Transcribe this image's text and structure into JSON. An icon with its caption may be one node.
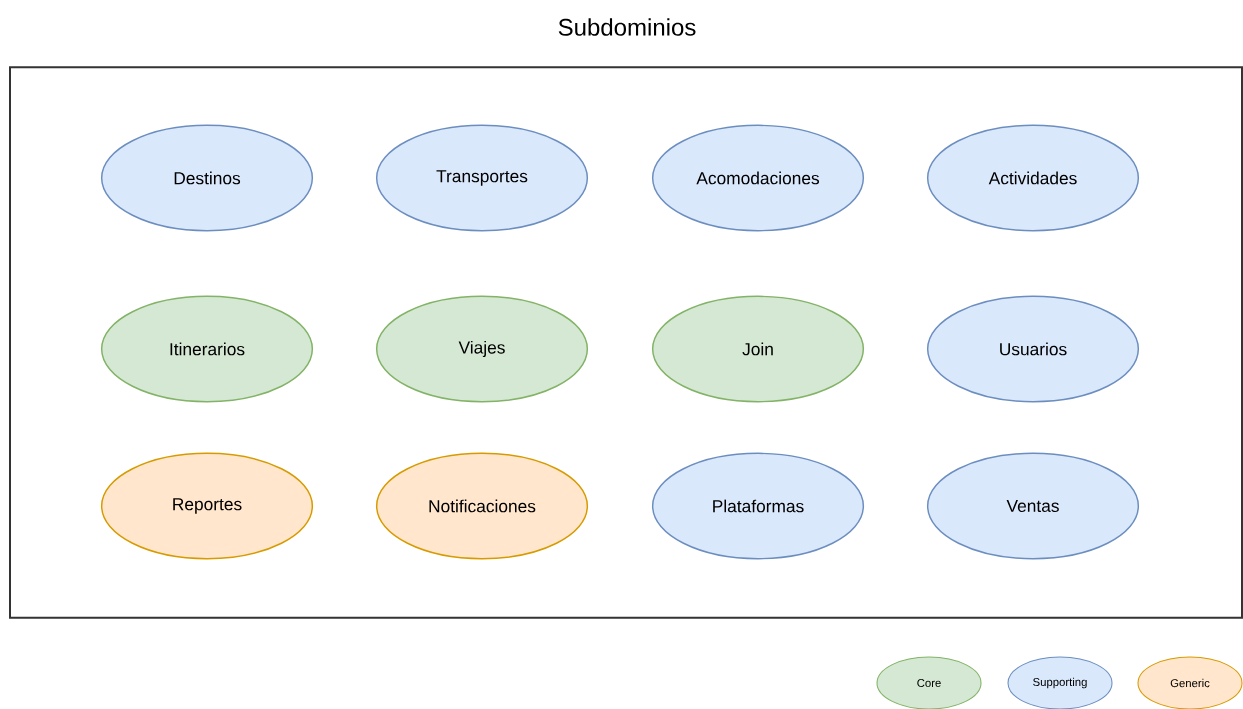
{
  "diagram": {
    "title": "Subdominios",
    "nodes": [
      {
        "text": [],
        "shape": "box"
      },
      {
        "text": [
          "Destinos"
        ],
        "in": 0
      },
      {
        "text": [
          "Transportes"
        ],
        "in": 0
      },
      {
        "text": [
          "Acomodaciones"
        ],
        "in": 0
      },
      {
        "text": [
          "Actividades"
        ],
        "in": 0
      },
      {
        "text": [
          "Itinerarios"
        ],
        "in": 0
      },
      {
        "text": [
          "Viajes"
        ],
        "in": 0
      },
      {
        "text": [
          "Join"
        ],
        "in": 0
      },
      {
        "text": [
          "Usuarios"
        ],
        "in": 0
      },
      {
        "text": [
          "Reportes"
        ],
        "in": 0
      },
      {
        "text": [
          "Notificaciones"
        ],
        "in": 0
      },
      {
        "text": [
          "Plataformas"
        ],
        "in": 0
      },
      {
        "text": [
          "Ventas"
        ],
        "in": 0
      }
    ],
    "legend": [
      {
        "text": "Core",
        "color": "#d5e8d4"
      },
      {
        "text": "Supporting",
        "color": "#dae8fc"
      },
      {
        "text": "Generic",
        "color": "#ffe6cc"
      }
    ]
  }
}
